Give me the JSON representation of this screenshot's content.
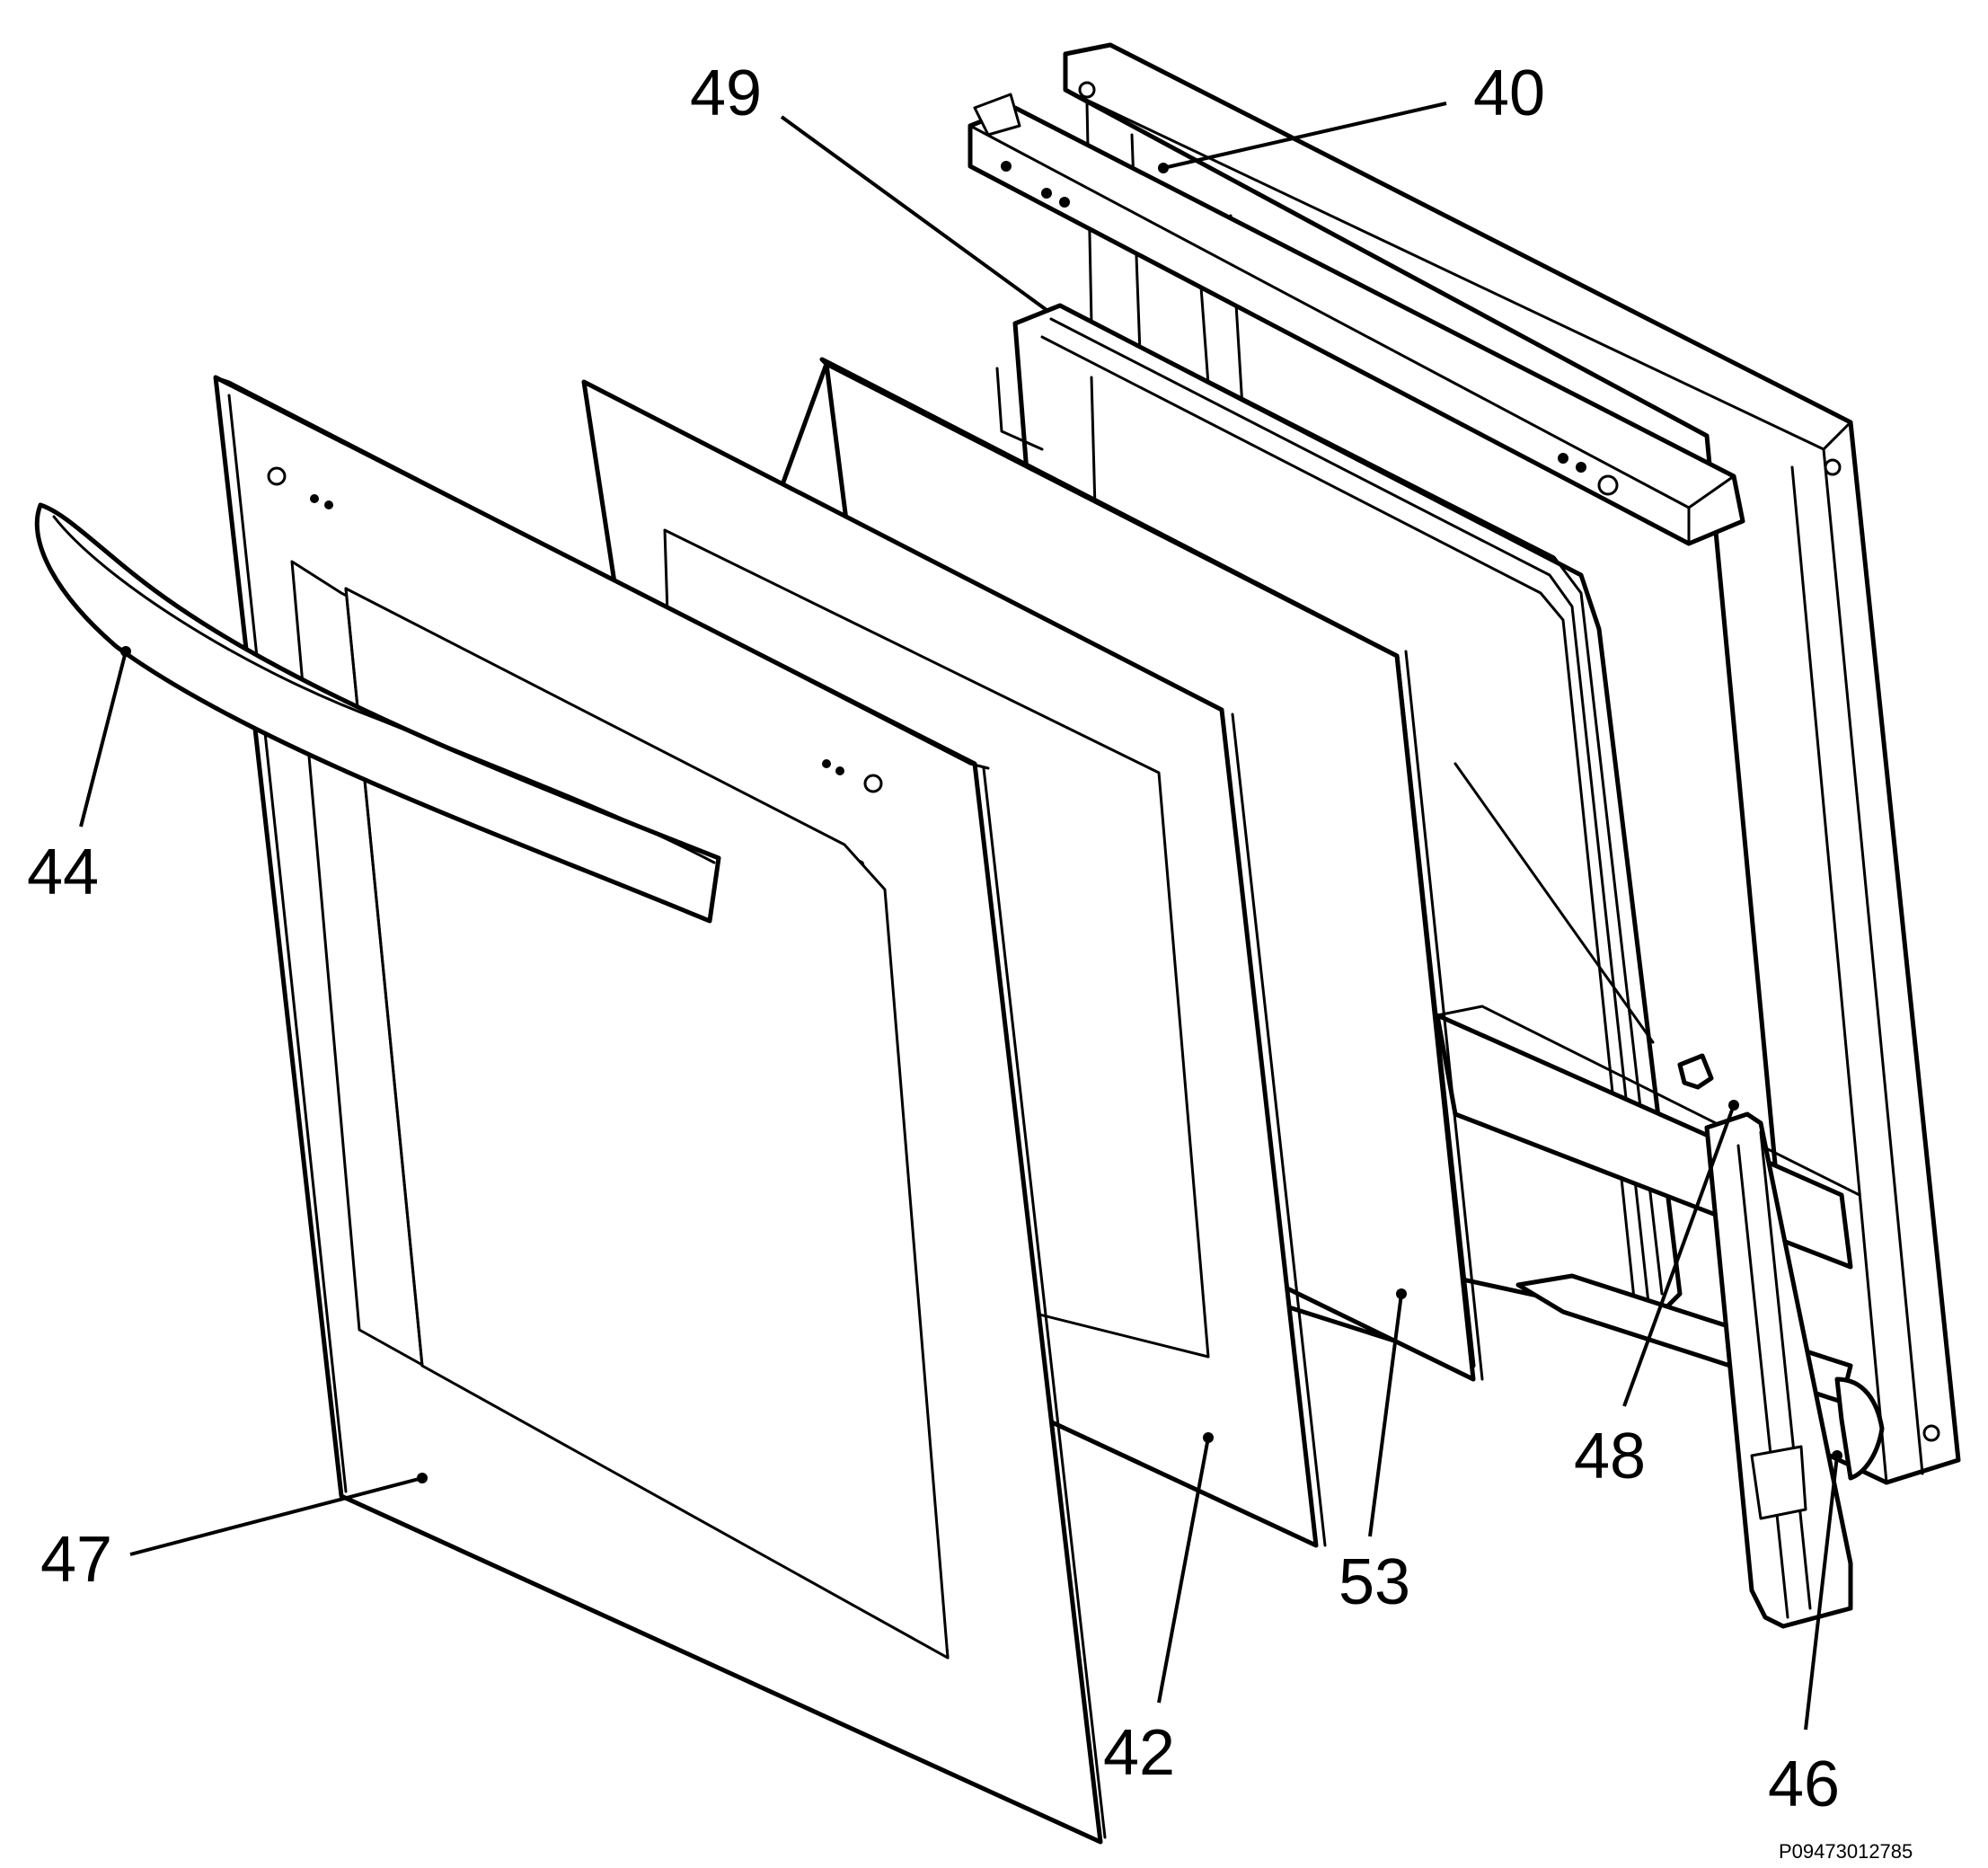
{
  "callouts": {
    "c40": "40",
    "c42": "42",
    "c44": "44",
    "c46": "46",
    "c47": "47",
    "c48": "48",
    "c49": "49",
    "c53": "53"
  },
  "doc_id": "P09473012785"
}
